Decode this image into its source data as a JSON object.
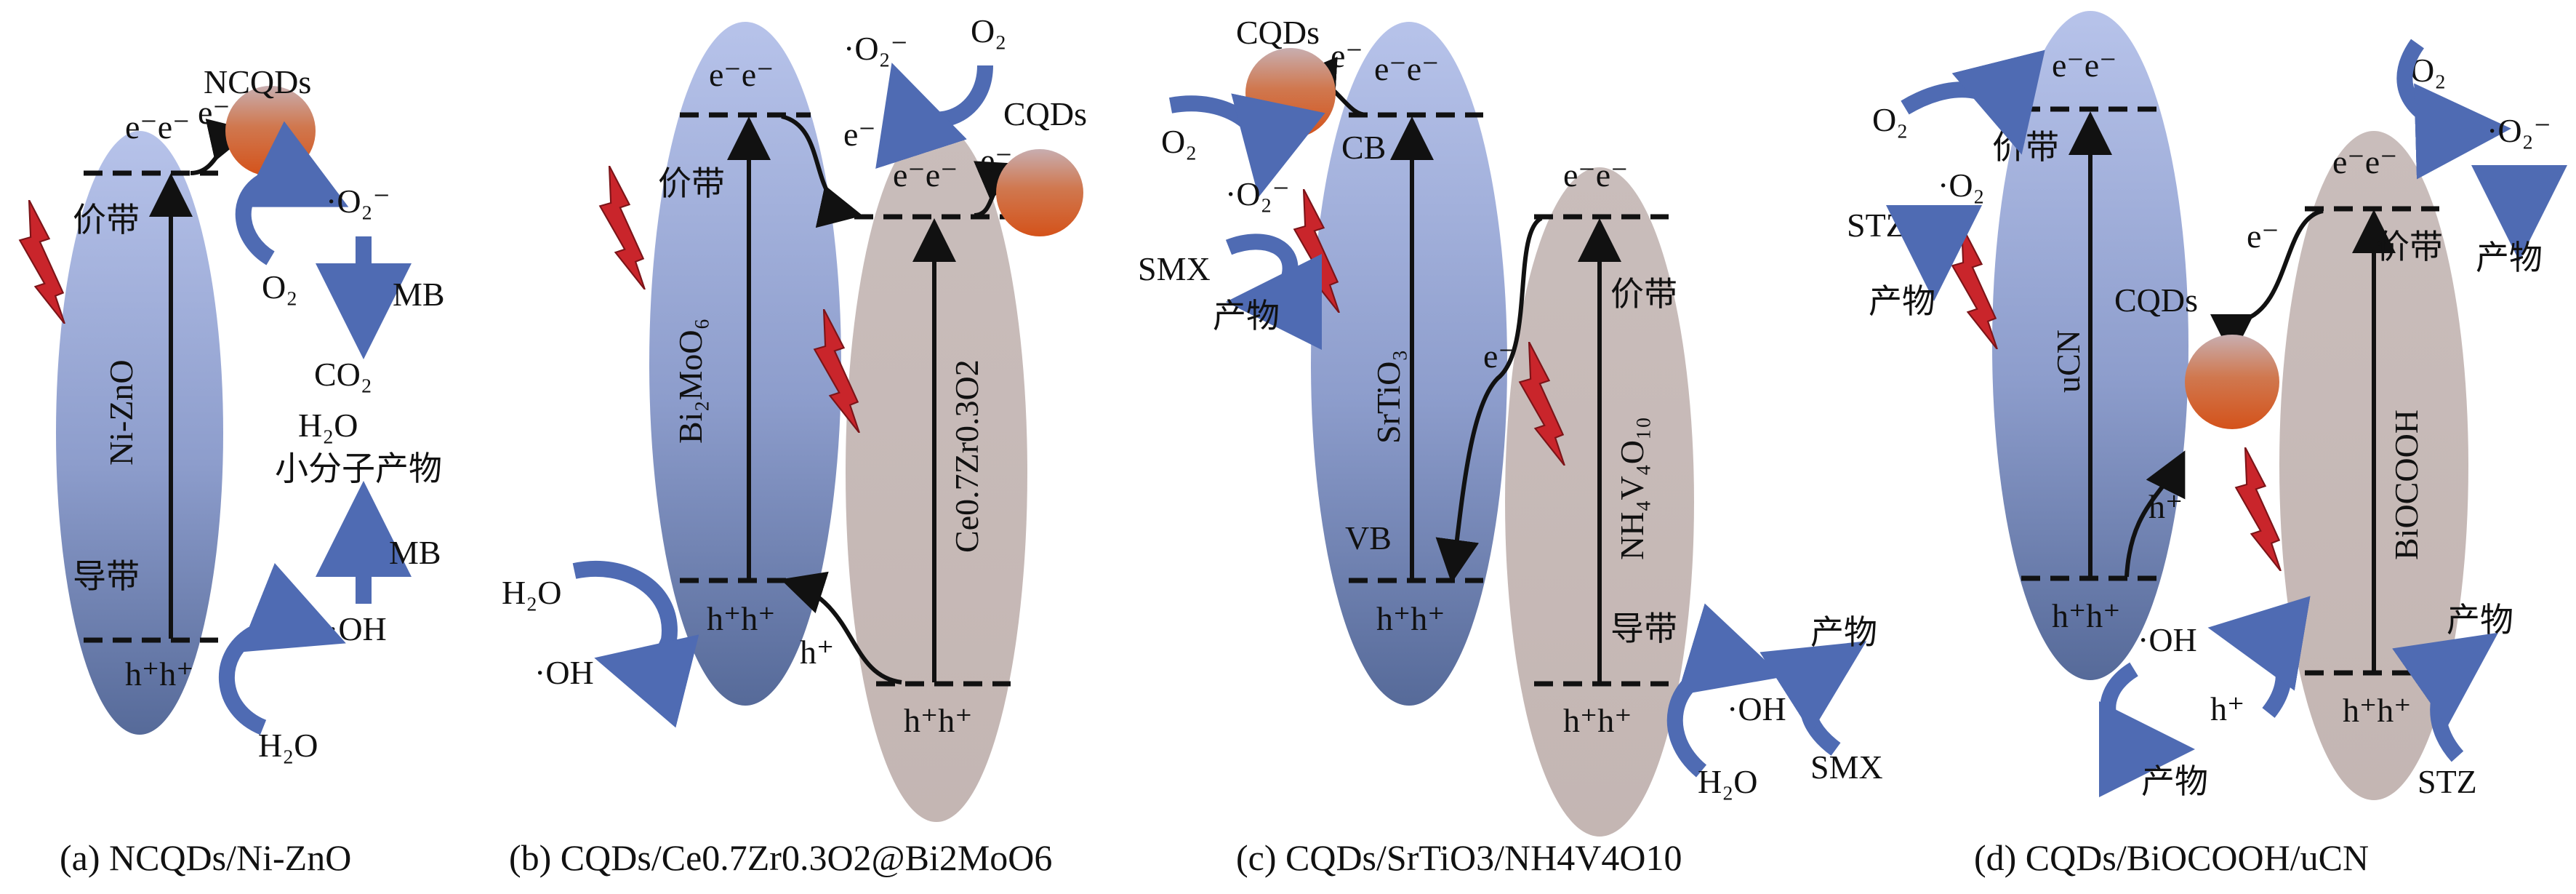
{
  "panels": {
    "a": {
      "caption": "(a) NCQDs/Ni-ZnO",
      "band_label_upper": "价带",
      "band_label_lower": "导带",
      "semiconductor": "Ni-ZnO",
      "cqd_label": "NCQDs",
      "electrons": "e⁻e⁻",
      "electron_single": "e⁻",
      "holes": "h⁺h⁺",
      "o2": "O₂",
      "superoxide": "·O₂⁻",
      "mb_top": "MB",
      "mb_bottom": "MB",
      "co2": "CO₂",
      "h2o_product": "H₂O",
      "small_products": "小分子产物",
      "hydroxyl": "·OH",
      "h2o": "H₂O"
    },
    "b": {
      "caption": "(b) CQDs/Ce0.7Zr0.3O2@Bi2MoO6",
      "band_label": "价带",
      "semiconductor_left": "Bi₂MoO₆",
      "semiconductor_right": "Ce0.7Zr0.3O2",
      "cqd_label": "CQDs",
      "electrons_left": "e⁻e⁻",
      "electrons_right": "e⁻e⁻",
      "electron_single": "e⁻",
      "electron_single_2": "e⁻",
      "holes_left": "h⁺h⁺",
      "holes_right": "h⁺h⁺",
      "hole_single": "h⁺",
      "superoxide": "·O₂⁻",
      "o2": "O₂",
      "h2o": "H₂O",
      "hydroxyl": "·OH"
    },
    "c": {
      "caption": "(c) CQDs/SrTiO3/NH4V4O10",
      "cqd_label": "CQDs",
      "cb": "CB",
      "vb": "VB",
      "semiconductor_left": "SrTiO₃",
      "semiconductor_right": "NH₄V₄O₁₀",
      "band_label_upper": "价带",
      "band_label_lower": "导带",
      "electrons_left": "e⁻e⁻",
      "electrons_right": "e⁻e⁻",
      "electron_single": "e⁻",
      "electron_single_2": "e⁻",
      "holes_left": "h⁺h⁺",
      "holes_right": "h⁺h⁺",
      "o2": "O₂",
      "superoxide": "·O₂⁻",
      "smx_left": "SMX",
      "product_left": "产物",
      "hydroxyl": "·OH",
      "h2o": "H₂O",
      "product_right": "产物",
      "smx_right": "SMX"
    },
    "d": {
      "caption": "(d) CQDs/BiOCOOH/uCN",
      "semiconductor_left": "uCN",
      "semiconductor_right": "BiOCOOH",
      "cqd_label": "CQDs",
      "band_label_left": "价带",
      "band_label_right": "价带",
      "electrons_left": "e⁻e⁻",
      "electrons_right": "e⁻e⁻",
      "electron_single": "e⁻",
      "holes_left": "h⁺h⁺",
      "holes_right": "h⁺h⁺",
      "hole_single": "h⁺",
      "hole_mid": "h⁺",
      "o2_left": "O₂",
      "superoxide_left": "·O₂",
      "stz_left": "STZ",
      "product_left": "产物",
      "o2_right": "O₂",
      "superoxide_right": "·O₂⁻",
      "product_right": "产物",
      "hydroxyl": "·OH",
      "product_bottom": "产物",
      "product_br": "产物",
      "stz_br": "STZ"
    }
  },
  "colors": {
    "band_blue_top": "#b3bfe6",
    "band_blue_bottom": "#5d6f9c",
    "band_gray": "#c7bab7",
    "cqd_top": "#c9a8a6",
    "cqd_bottom": "#d5541f",
    "arrow_blue": "#4f6bb3",
    "lightning": "#c9252b"
  }
}
